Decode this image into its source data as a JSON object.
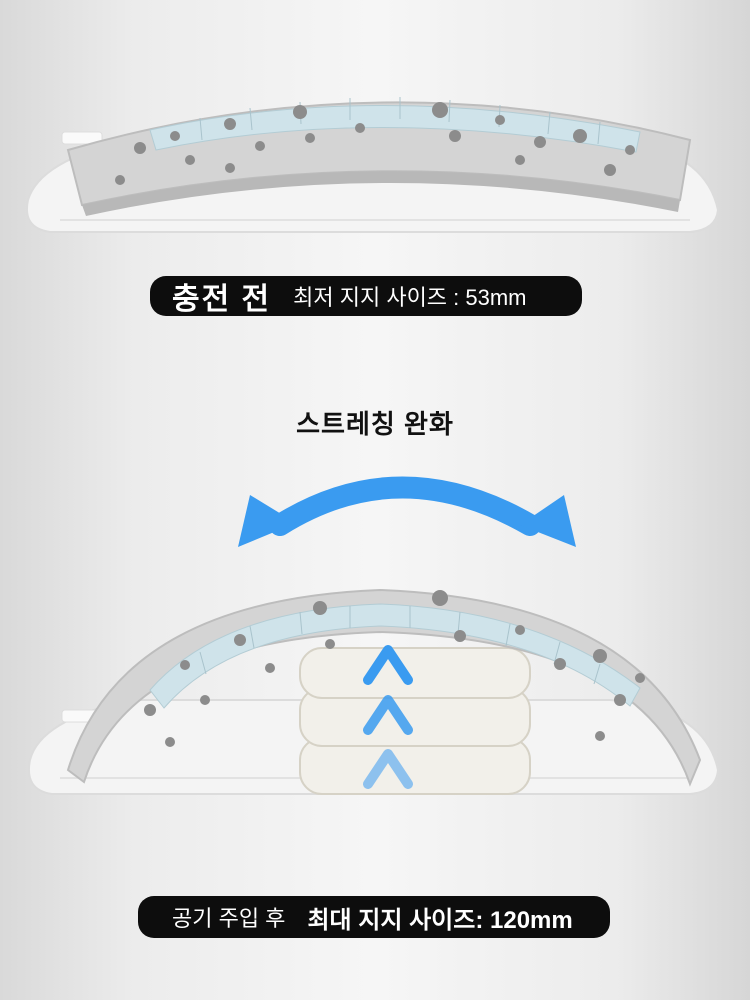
{
  "top_label": {
    "strong": "충전 전",
    "spec": "최저 지지 사이즈 : 53mm"
  },
  "middle_title": "스트레칭 완화",
  "bottom_label": {
    "prefix": "공기 주입 후",
    "spec": "최대 지지 사이즈: 120mm"
  },
  "colors": {
    "arrow_blue": "#3a9bf0",
    "pill_bg": "#0d0d0d",
    "cushion_blue": "#cfe3ea",
    "nub_gray": "#8c8c8c",
    "board_gray": "#d2d2d2"
  },
  "icons": [
    "curved-double-arrow-icon",
    "up-chevron-icon"
  ]
}
